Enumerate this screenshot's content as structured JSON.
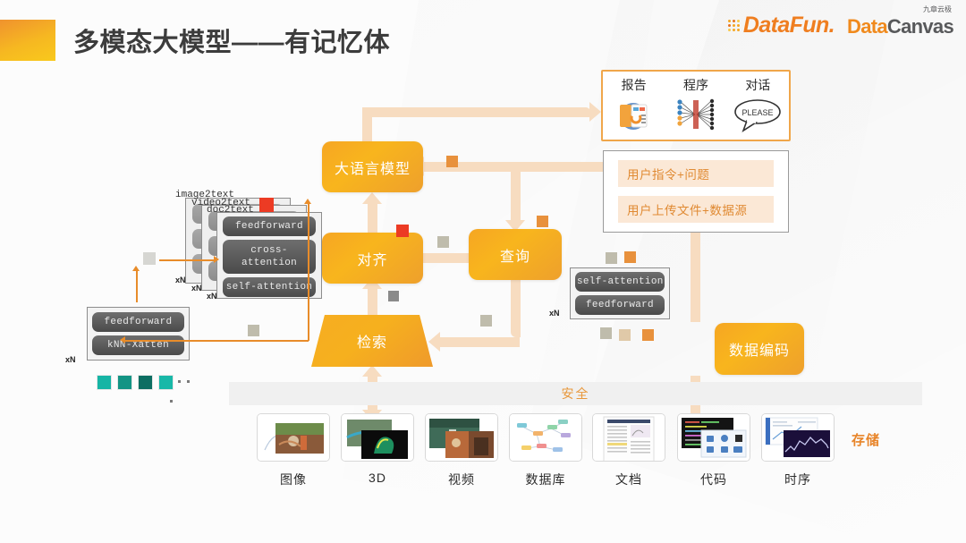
{
  "header": {
    "title": "多模态大模型——有记忆体",
    "logo_datafun": "DataFun.",
    "logo_datacanvas_a": "Data",
    "logo_datacanvas_b": "Canvas",
    "logo_datacanvas_cn": "九章云极",
    "accent_color": "#f0922e"
  },
  "outputs": {
    "items": [
      {
        "label": "报告",
        "icon": "report-chart-icon"
      },
      {
        "label": "程序",
        "icon": "neural-network-icon"
      },
      {
        "label": "对话",
        "icon": "speech-bubble-icon"
      }
    ],
    "bubble_text": "PLEASE"
  },
  "user_input": {
    "rows": [
      "用户指令+问题",
      "用户上传文件+数据源"
    ]
  },
  "nodes": {
    "llm": "大语言模型",
    "align": "对齐",
    "query": "查询",
    "retrieve": "检索",
    "encode": "数据编码"
  },
  "transformer_stack": {
    "cards": [
      "image2text",
      "video2text",
      "doc2text"
    ],
    "layers": [
      "feedforward",
      "cross-attention",
      "self-attention"
    ],
    "repeat": "xN"
  },
  "memory_block": {
    "layers": [
      "feedforward",
      "kNN-Xatten"
    ],
    "repeat": "xN"
  },
  "query_block": {
    "layers": [
      "self-attention",
      "feedforward"
    ],
    "repeat": "xN"
  },
  "security_band": {
    "label": "安全"
  },
  "modalities": {
    "storage_label": "存储",
    "items": [
      {
        "label": "图像",
        "thumb": "photo-collage-thumb"
      },
      {
        "label": "3D",
        "thumb": "3d-model-thumb"
      },
      {
        "label": "视频",
        "thumb": "video-frames-thumb"
      },
      {
        "label": "数据库",
        "thumb": "graph-database-thumb"
      },
      {
        "label": "文档",
        "thumb": "document-page-thumb"
      },
      {
        "label": "代码",
        "thumb": "code-editor-thumb"
      },
      {
        "label": "时序",
        "thumb": "timeseries-chart-thumb"
      }
    ]
  },
  "decor": {
    "orange": "#e8913c",
    "red": "#ec3b24",
    "beige": "#bfbcac",
    "teal_swatches": [
      "#16b5a5",
      "#139484",
      "#0d6e62",
      "#19b8a8"
    ]
  }
}
